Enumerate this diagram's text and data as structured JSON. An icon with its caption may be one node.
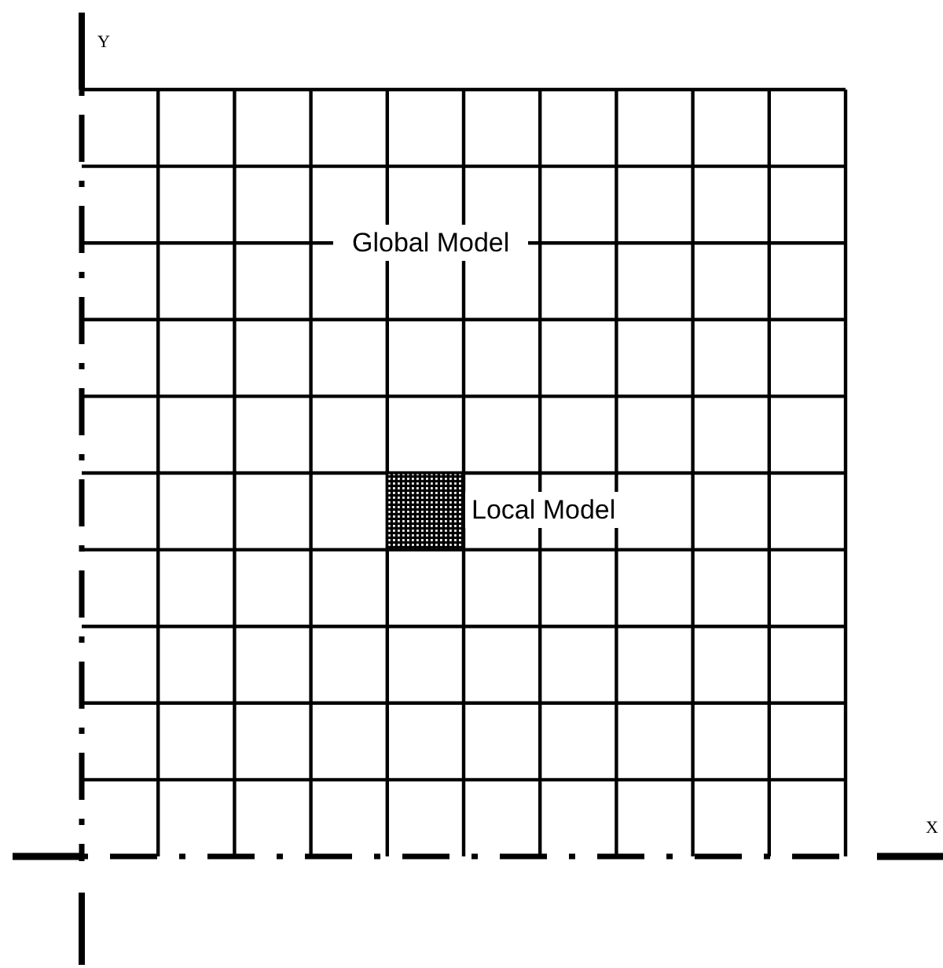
{
  "diagram": {
    "labels": [
      "Y",
      "Global Model",
      "Local Model",
      "X"
    ]
  }
}
